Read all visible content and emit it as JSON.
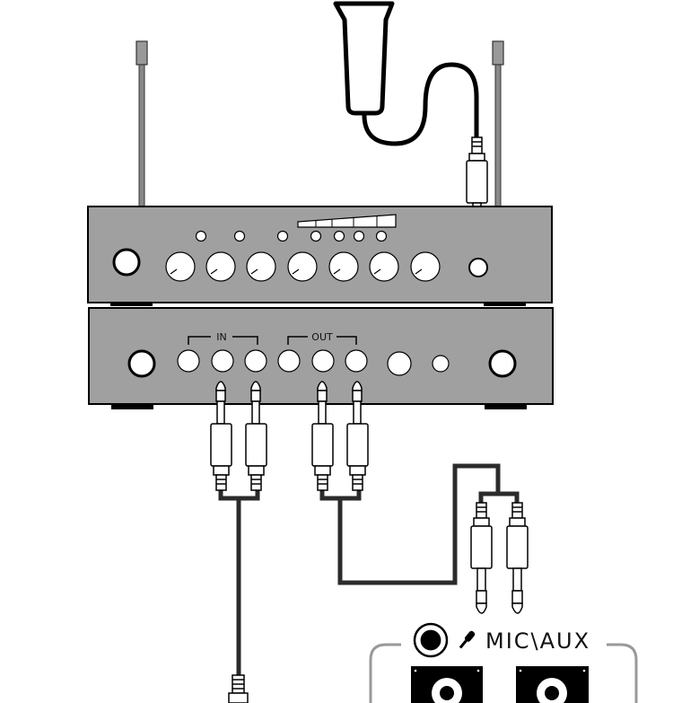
{
  "labels": {
    "in": "IN",
    "out": "OUT",
    "mic_aux": "MIC\\AUX"
  },
  "icons": {
    "microphone": "microphone-icon",
    "jack": "audio-jack-icon",
    "mic_small": "mic-small-icon"
  },
  "colors": {
    "panel": "#a0a0a0",
    "outline": "#000000",
    "cable": "#2b2b2b",
    "background": "#ffffff"
  }
}
